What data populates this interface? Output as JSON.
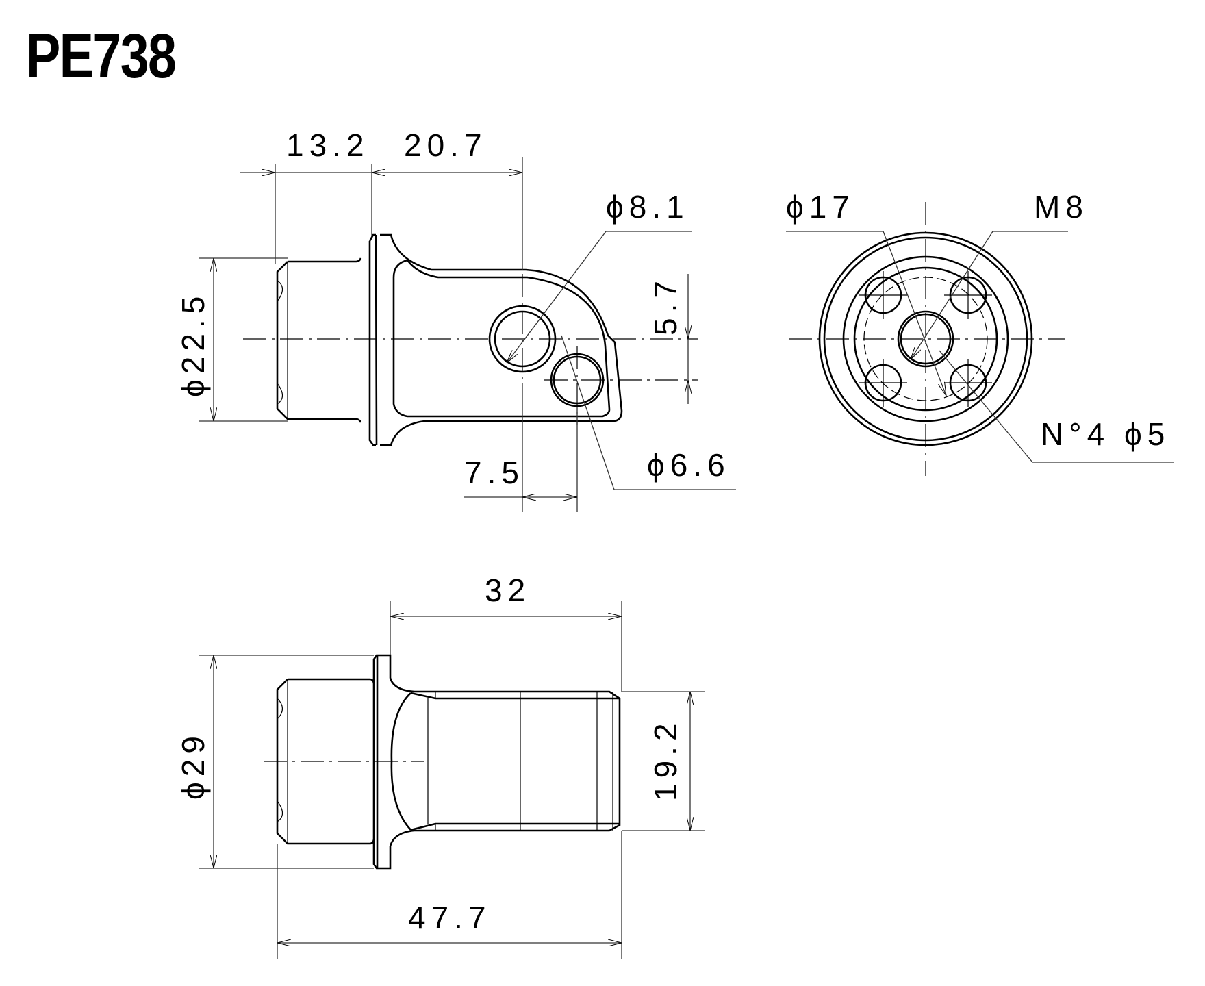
{
  "drawing": {
    "part_number": "PE738",
    "colors": {
      "line": "#000000",
      "background": "#ffffff"
    }
  },
  "views": {
    "side_view": {
      "dims": {
        "flange_offset": "13.2",
        "body_length": "20.7",
        "hole_large": "ϕ8.1",
        "hole_small": "ϕ6.6",
        "vertical_offset": "5.7",
        "horizontal_offset": "7.5",
        "spigot_diameter": "ϕ22.5"
      }
    },
    "end_view": {
      "dims": {
        "pcd": "ϕ17",
        "thread": "M8",
        "holes": "N°4  ϕ5"
      }
    },
    "bottom_view": {
      "dims": {
        "shank_length": "32",
        "flange_diameter": "ϕ29",
        "shank_diameter": "19.2",
        "overall_length": "47.7"
      }
    }
  }
}
